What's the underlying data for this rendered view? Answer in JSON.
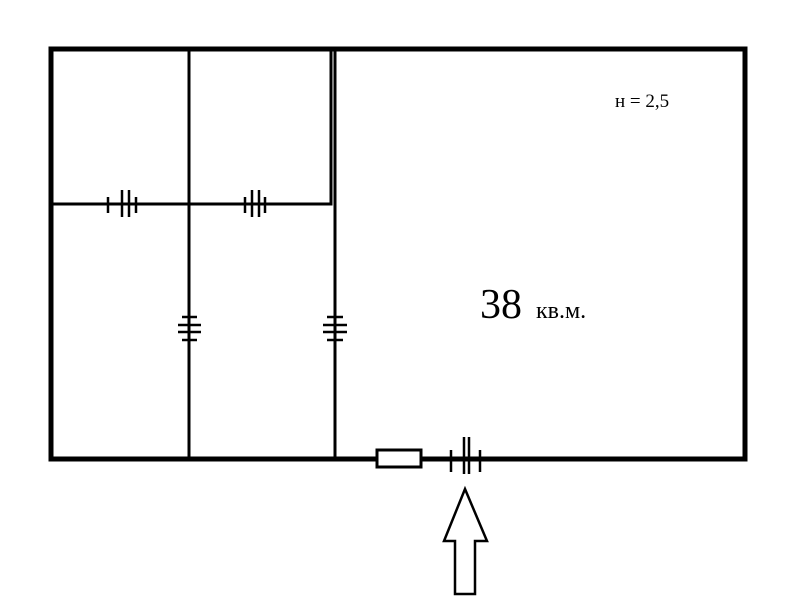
{
  "plan": {
    "height_note": "н = 2,5",
    "area_value": "38",
    "area_unit": "кв.м."
  }
}
